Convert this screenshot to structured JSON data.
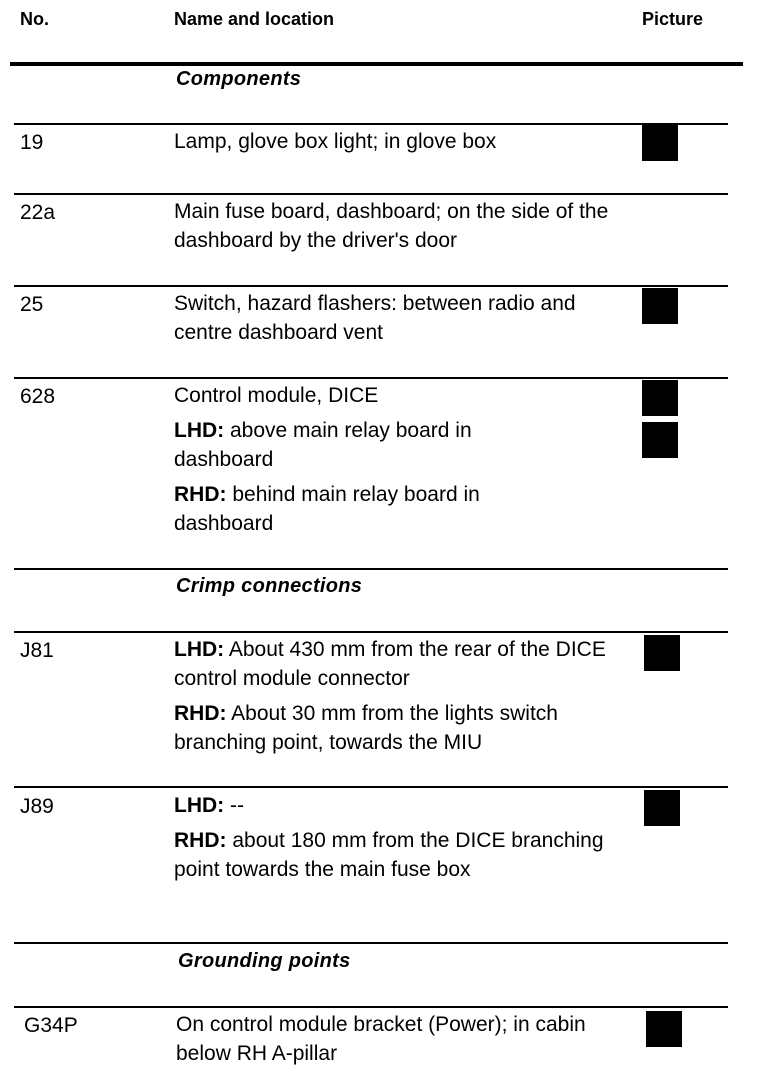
{
  "header": {
    "no": "No.",
    "name": "Name and location",
    "picture": "Picture"
  },
  "sections": {
    "components": "Components",
    "crimp": "Crimp connections",
    "grounding": "Grounding points"
  },
  "rows": {
    "r19": {
      "no": "19",
      "text": "Lamp, glove box light; in glove box"
    },
    "r22a": {
      "no": "22a",
      "text": "Main fuse board, dashboard; on the side of the dashboard by the driver's door"
    },
    "r25": {
      "no": "25",
      "text": "Switch, hazard flashers: between radio and centre dashboard vent"
    },
    "r628": {
      "no": "628",
      "text": "Control module, DICE",
      "lhd_label": "LHD:",
      "lhd_text": " above main relay board in dashboard",
      "rhd_label": "RHD:",
      "rhd_text": " behind main relay board in dashboard"
    },
    "rJ81": {
      "no": "J81",
      "lhd_label": "LHD:",
      "lhd_text": " About 430 mm from the rear of the DICE control module connector",
      "rhd_label": "RHD:",
      "rhd_text": " About 30 mm from the lights switch branching point, towards the MIU"
    },
    "rJ89": {
      "no": "J89",
      "lhd_label": "LHD:",
      "lhd_text": " --",
      "rhd_label": "RHD:",
      "rhd_text": " about 180 mm from the DICE branching point towards the main fuse box"
    },
    "rG34P": {
      "no": "G34P",
      "text": "On control module bracket (Power); in cabin below RH A-pillar"
    }
  }
}
